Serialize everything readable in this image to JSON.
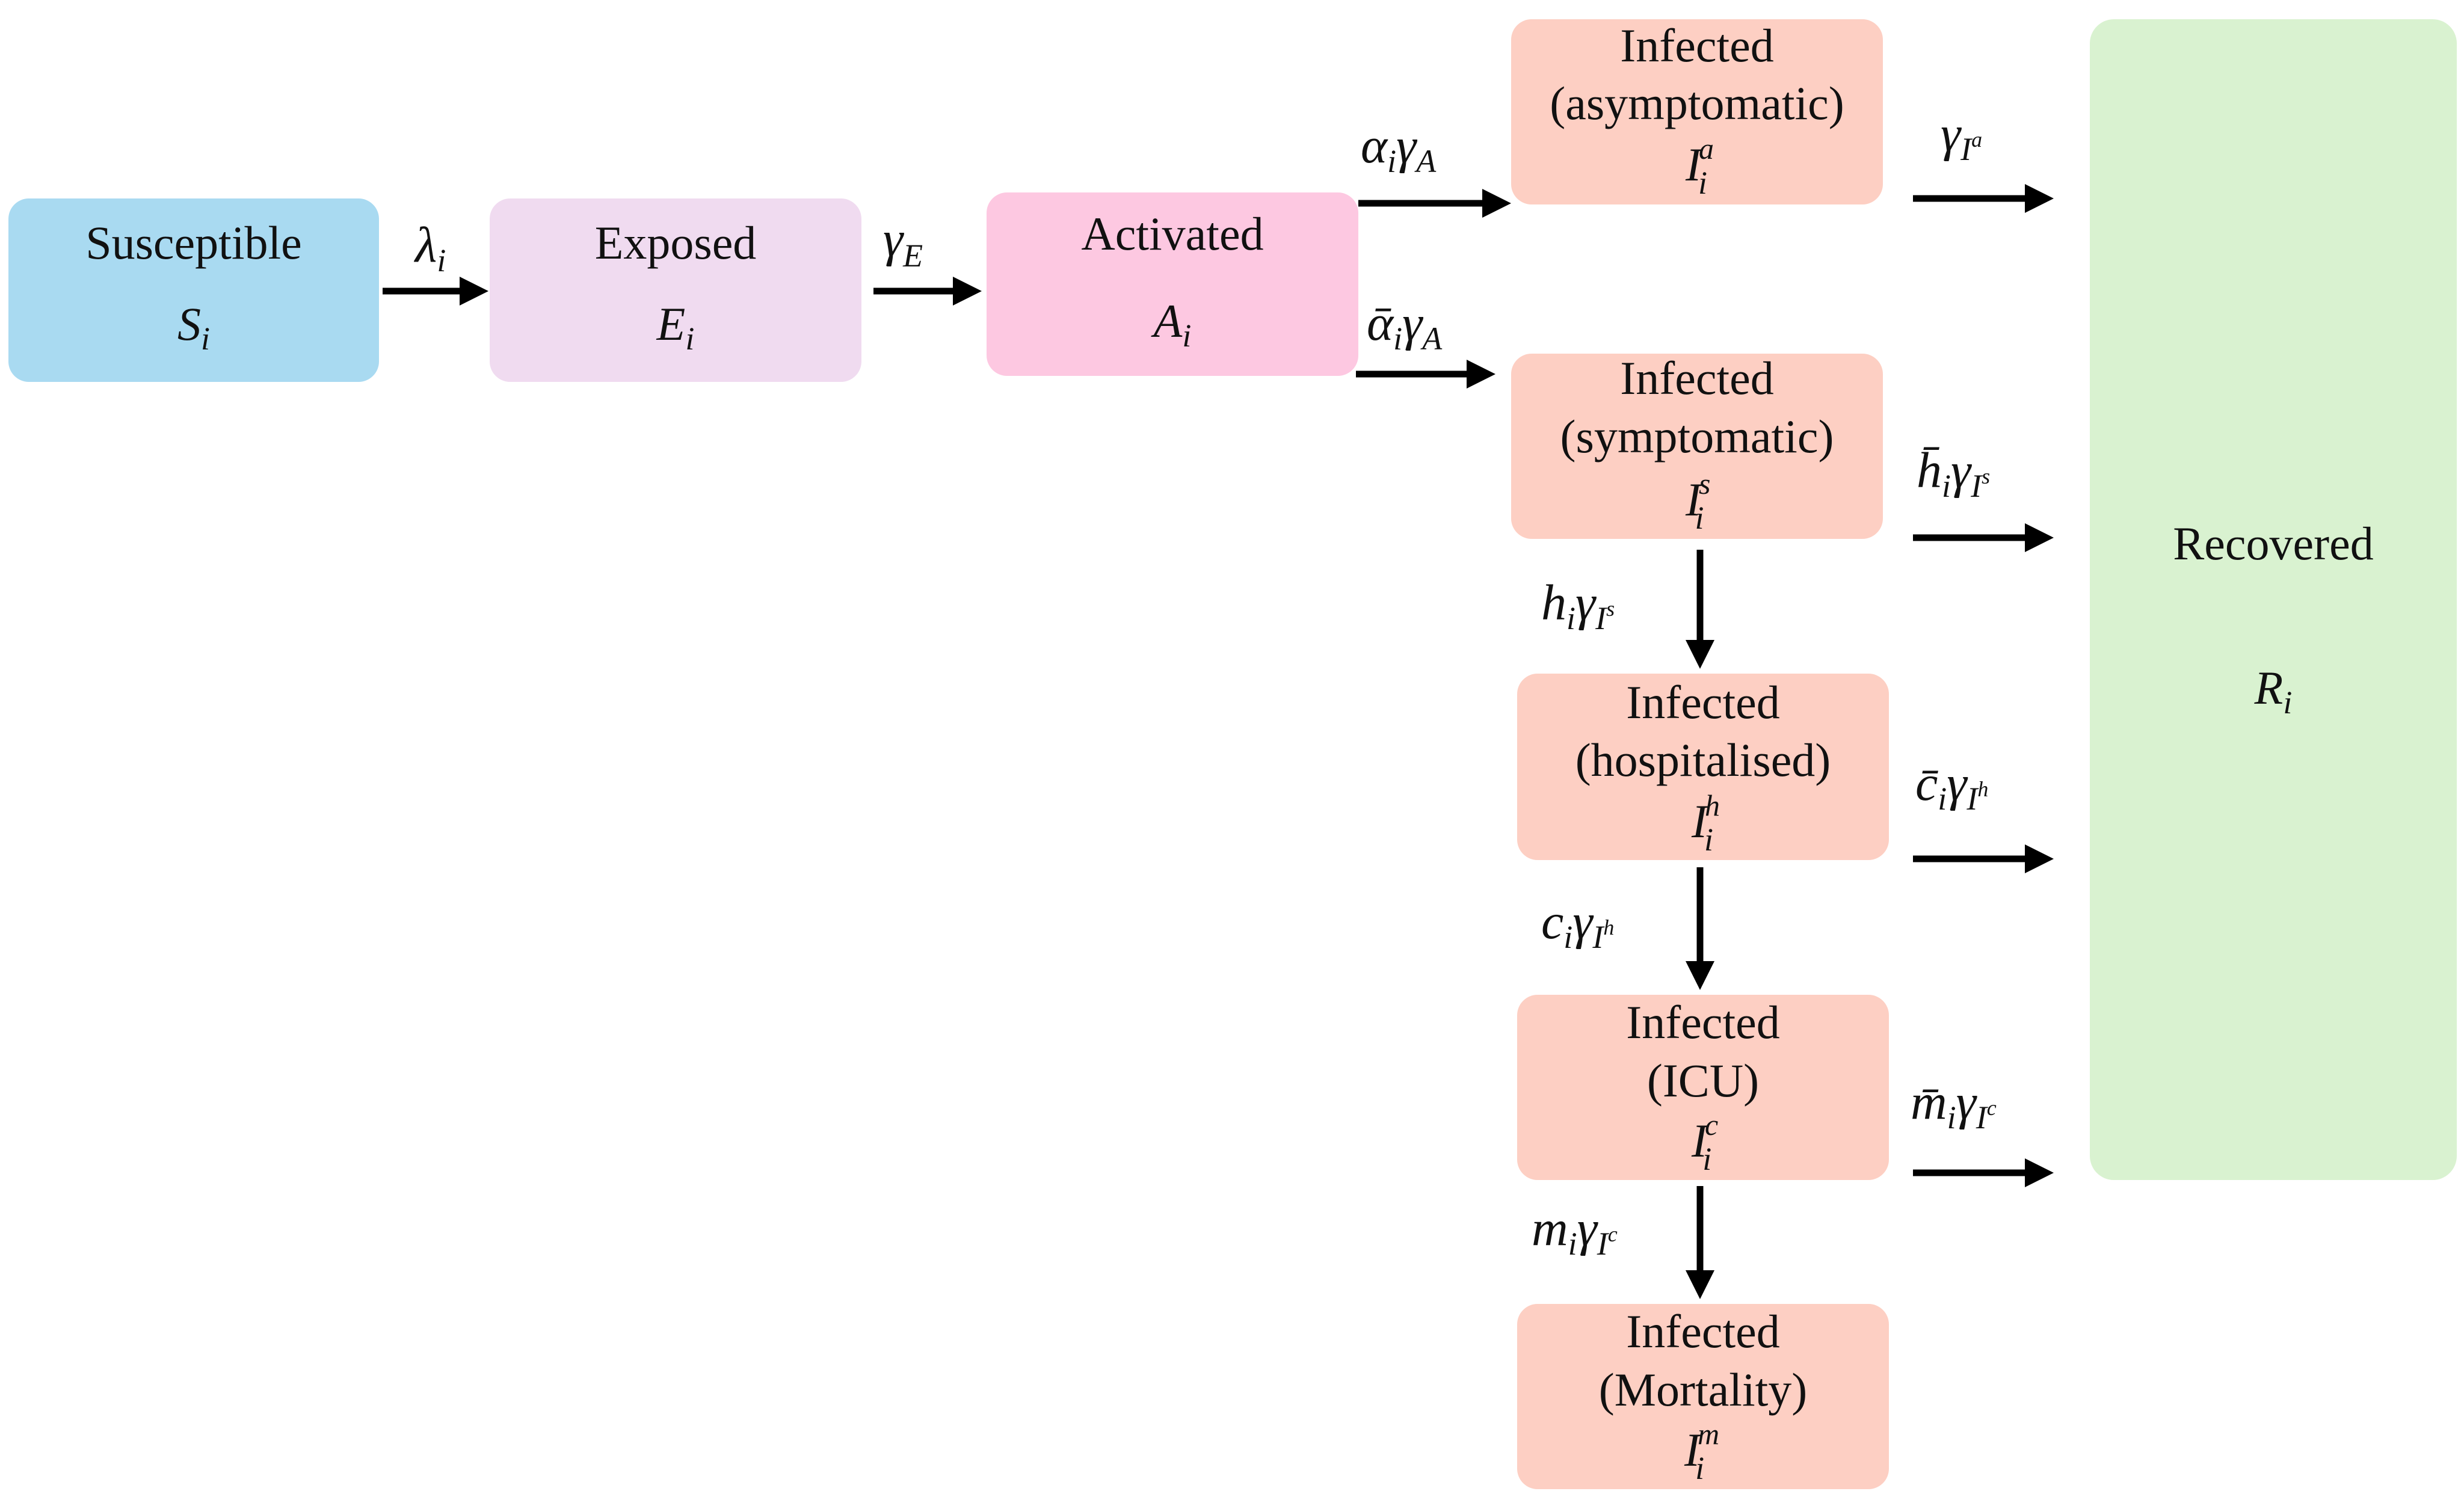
{
  "colors": {
    "susceptible": "#a9daf1",
    "exposed": "#f0dbf0",
    "activated": "#fdc8e1",
    "infected": "#fdcfc3",
    "recovered": "#d9f2d0",
    "arrow": "#000000"
  },
  "compartments": {
    "susceptible": {
      "title": "Susceptible",
      "symbol": "S",
      "sub": "i"
    },
    "exposed": {
      "title": "Exposed",
      "symbol": "E",
      "sub": "i"
    },
    "activated": {
      "title": "Activated",
      "symbol": "A",
      "sub": "i"
    },
    "asymptomatic": {
      "title": "Infected",
      "subtitle": "(asymptomatic)",
      "symbol": "I",
      "sub": "i",
      "sup": "a"
    },
    "symptomatic": {
      "title": "Infected",
      "subtitle": "(symptomatic)",
      "symbol": "I",
      "sub": "i",
      "sup": "s"
    },
    "hospitalised": {
      "title": "Infected",
      "subtitle": "(hospitalised)",
      "symbol": "I",
      "sub": "i",
      "sup": "h"
    },
    "icu": {
      "title": "Infected",
      "subtitle": "(ICU)",
      "symbol": "I",
      "sub": "i",
      "sup": "c"
    },
    "mortality": {
      "title": "Infected",
      "subtitle": "(Mortality)",
      "symbol": "I",
      "sub": "i",
      "sup": "m"
    },
    "recovered": {
      "title": "Recovered",
      "symbol": "R",
      "sub": "i"
    }
  },
  "rates": {
    "s_to_e": {
      "base": "λ",
      "sub": "i"
    },
    "e_to_a": {
      "base": "γ",
      "sub": "E"
    },
    "a_to_asym": {
      "base": "α",
      "sub": "i",
      "base2": "γ",
      "sub2": "A"
    },
    "a_to_sym": {
      "base": "ᾱ",
      "sub": "i",
      "base2": "γ",
      "sub2": "A"
    },
    "asym_to_r": {
      "base": "γ",
      "sub": "I",
      "subsup": "a"
    },
    "sym_to_r": {
      "base": "h̄",
      "sub": "i",
      "base2": "γ",
      "sub2": "I",
      "subsup2": "s"
    },
    "sym_to_hosp": {
      "base": "h",
      "sub": "i",
      "base2": "γ",
      "sub2": "I",
      "subsup2": "s"
    },
    "hosp_to_r": {
      "base": "c̄",
      "sub": "i",
      "base2": "γ",
      "sub2": "I",
      "subsup2": "h"
    },
    "hosp_to_icu": {
      "base": "c",
      "sub": "i",
      "base2": "γ",
      "sub2": "I",
      "subsup2": "h"
    },
    "icu_to_r": {
      "base": "m̄",
      "sub": "i",
      "base2": "γ",
      "sub2": "I",
      "subsup2": "c"
    },
    "icu_to_mort": {
      "base": "m",
      "sub": "i",
      "base2": "γ",
      "sub2": "I",
      "subsup2": "c"
    }
  }
}
